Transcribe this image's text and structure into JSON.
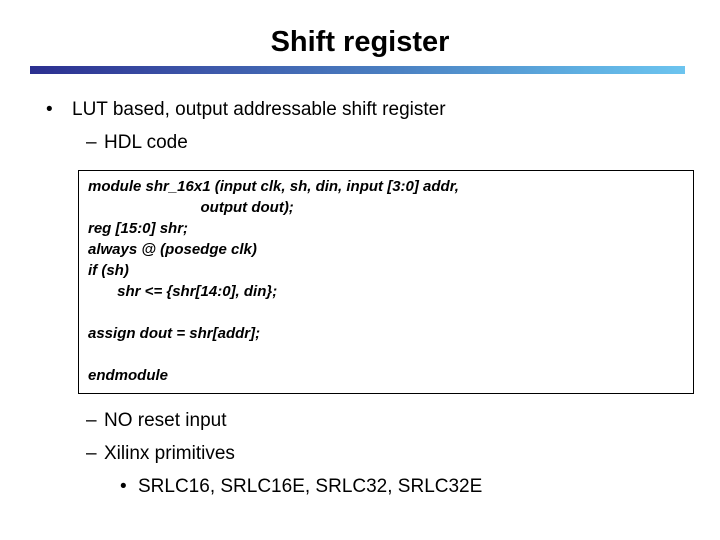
{
  "slide": {
    "title": "Shift register",
    "colors": {
      "rule_gradient_start": "#2b2f90",
      "rule_gradient_mid": "#4a7fc1",
      "rule_gradient_end": "#6cc4ef",
      "text": "#000000",
      "background": "#ffffff"
    },
    "bullets": {
      "level1_marker": "•",
      "level2_marker": "–",
      "level3_marker": "•",
      "lut_based": "LUT based, output addressable shift register",
      "hdl_code": "HDL code",
      "no_reset": "NO reset input",
      "xilinx_primitives": "Xilinx primitives",
      "srlc_list": "SRLC16, SRLC16E, SRLC32, SRLC32E"
    },
    "code": {
      "lines": [
        "module shr_16x1 (input clk, sh, din, input [3:0] addr,",
        "                           output dout);",
        "reg [15:0] shr;",
        "always @ (posedge clk)",
        "if (sh)",
        "       shr <= {shr[14:0], din};",
        "",
        "assign dout = shr[addr];",
        "",
        "endmodule"
      ]
    }
  }
}
